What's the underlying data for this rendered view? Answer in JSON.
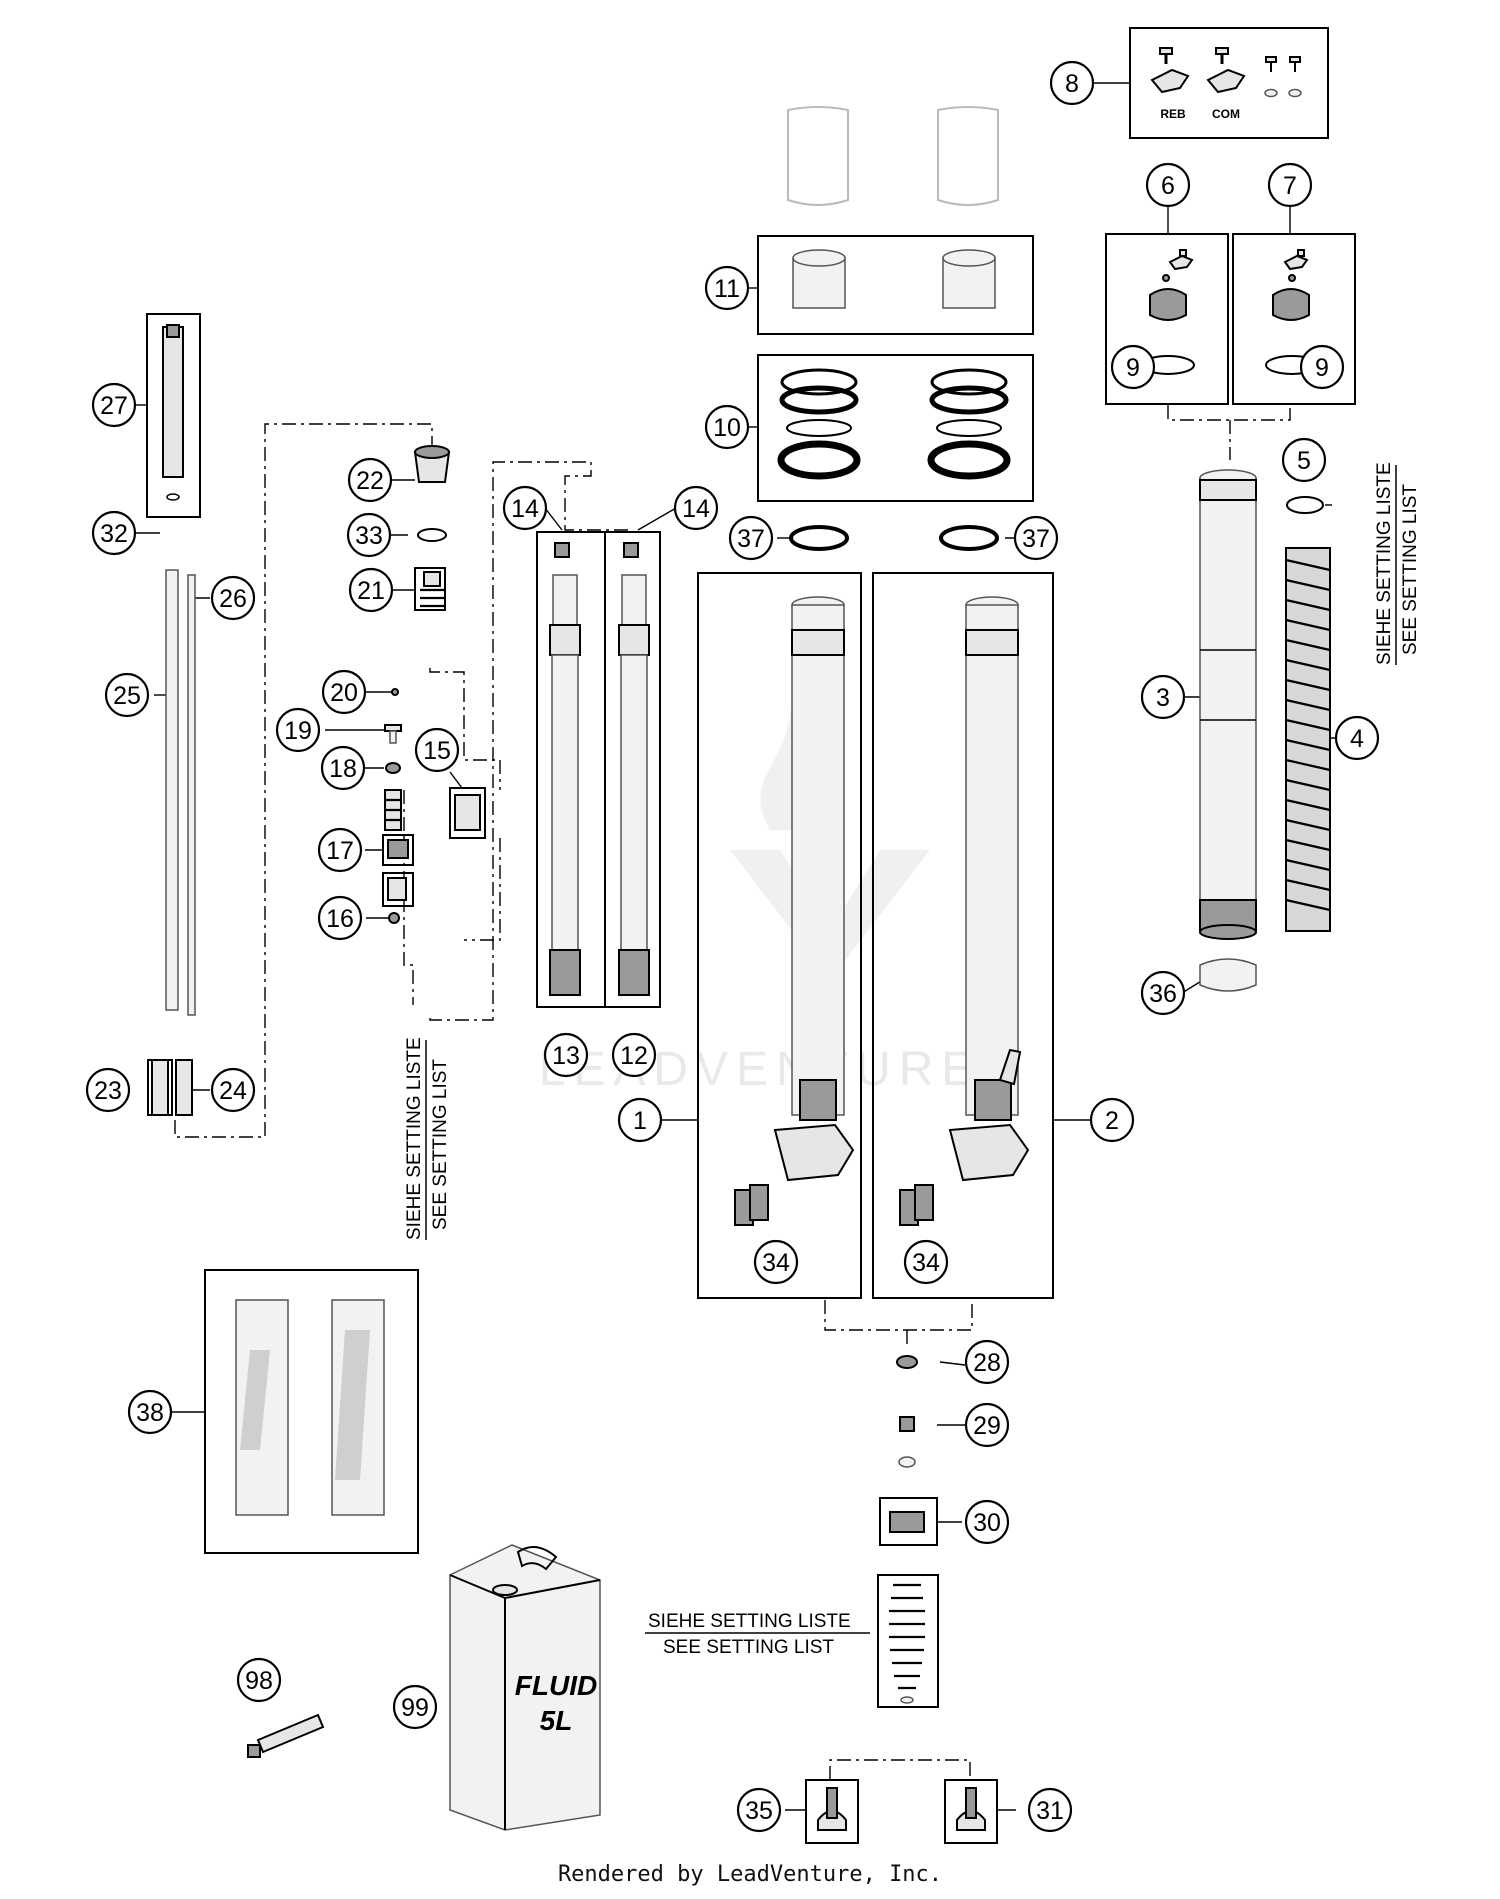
{
  "callouts": [
    "1",
    "2",
    "3",
    "4",
    "5",
    "6",
    "7",
    "8",
    "9",
    "9",
    "10",
    "11",
    "12",
    "13",
    "14",
    "14",
    "15",
    "16",
    "17",
    "18",
    "19",
    "20",
    "21",
    "22",
    "23",
    "24",
    "25",
    "26",
    "27",
    "28",
    "29",
    "30",
    "31",
    "32",
    "33",
    "34",
    "34",
    "35",
    "36",
    "37",
    "37",
    "38",
    "98",
    "99"
  ],
  "notes": {
    "siehe": "SIEHE SETTING LISTE",
    "see": "SEE SETTING LIST"
  },
  "labels": {
    "reb": "REB",
    "com": "COM",
    "can_fluid": "FLUID",
    "can_volume": "5L"
  },
  "watermark": "LEADVENTURE",
  "footer": "Rendered by LeadVenture, Inc."
}
